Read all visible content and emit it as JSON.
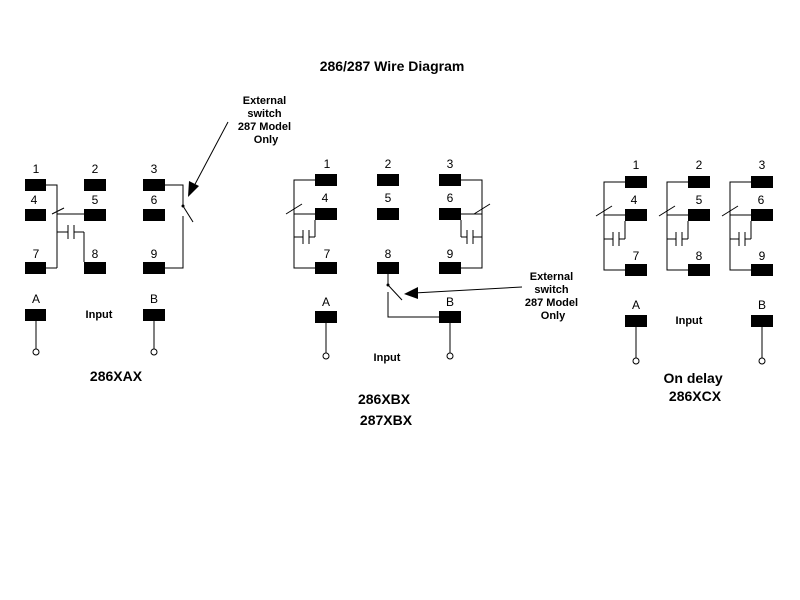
{
  "title": "286/287 Wire Diagram",
  "external_switch_lines": [
    "External",
    "switch",
    "287 Model",
    "Only"
  ],
  "pins": {
    "n1": "1",
    "n2": "2",
    "n3": "3",
    "n4": "4",
    "n5": "5",
    "n6": "6",
    "n7": "7",
    "n8": "8",
    "n9": "9",
    "a": "A",
    "b": "B"
  },
  "input_label": "Input",
  "models": {
    "xax": "286XAX",
    "xbx": [
      "286XBX",
      "287XBX"
    ],
    "xcx": [
      "On delay",
      "286XCX"
    ]
  }
}
